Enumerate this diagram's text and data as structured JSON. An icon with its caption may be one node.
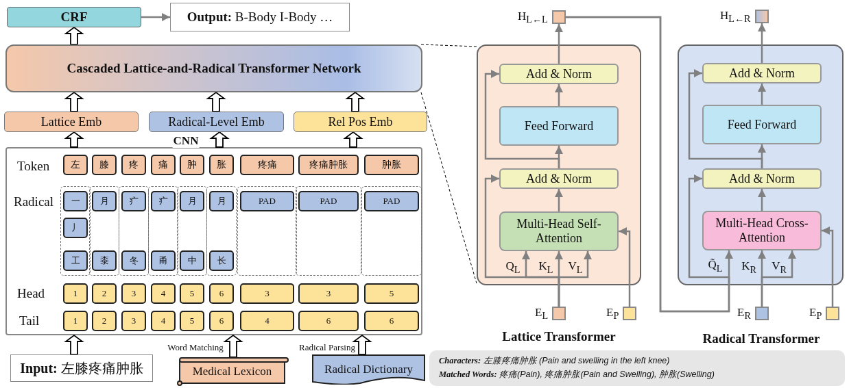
{
  "diagram": {
    "nodes": [
      {
        "text": [
          "CRF"
        ]
      },
      {
        "text": [
          "**Output:** B-Body I-Body …"
        ]
      },
      {
        "text": [
          "Cascaded Lattice-and-Radical Transformer Network"
        ]
      },
      {
        "text": [
          "Lattice Emb"
        ]
      },
      {
        "text": [
          "Radical-Level Emb"
        ]
      },
      {
        "text": [
          "Rel Pos Emb"
        ]
      },
      {
        "text": [],
        "shape": "box"
      },
      {
        "text": [
          "左"
        ],
        "in": 6
      },
      {
        "text": [
          "膝"
        ],
        "in": 6
      },
      {
        "text": [
          "疼"
        ],
        "in": 6
      },
      {
        "text": [
          "痛"
        ],
        "in": 6
      },
      {
        "text": [
          "肿"
        ],
        "in": 6
      },
      {
        "text": [
          "胀"
        ],
        "in": 6
      },
      {
        "text": [
          "疼痛"
        ],
        "in": 6
      },
      {
        "text": [
          "疼痛肿胀"
        ],
        "in": 6
      },
      {
        "text": [
          "肿胀"
        ],
        "in": 6
      },
      {
        "text": [],
        "shape": "box",
        "in": 6
      },
      {
        "text": [
          "一"
        ],
        "in": 16
      },
      {
        "text": [
          "丿"
        ],
        "in": 16
      },
      {
        "text": [
          "工"
        ],
        "in": 16
      },
      {
        "text": [],
        "shape": "box",
        "in": 6
      },
      {
        "text": [
          "月"
        ],
        "in": 20
      },
      {
        "text": [
          "桼"
        ],
        "in": 20
      },
      {
        "text": [],
        "shape": "box",
        "in": 6
      },
      {
        "text": [
          "疒"
        ],
        "in": 23
      },
      {
        "text": [
          "冬"
        ],
        "in": 23
      },
      {
        "text": [],
        "shape": "box",
        "in": 6
      },
      {
        "text": [
          "疒"
        ],
        "in": 26
      },
      {
        "text": [
          "甬"
        ],
        "in": 26
      },
      {
        "text": [],
        "shape": "box",
        "in": 6
      },
      {
        "text": [
          "月"
        ],
        "in": 29
      },
      {
        "text": [
          "中"
        ],
        "in": 29
      },
      {
        "text": [],
        "shape": "box",
        "in": 6
      },
      {
        "text": [
          "月"
        ],
        "in": 32
      },
      {
        "text": [
          "长"
        ],
        "in": 32
      },
      {
        "text": [],
        "shape": "box",
        "in": 6
      },
      {
        "text": [
          "PAD"
        ],
        "in": 35
      },
      {
        "text": [],
        "shape": "box",
        "in": 6
      },
      {
        "text": [
          "PAD"
        ],
        "in": 37
      },
      {
        "text": [],
        "shape": "box",
        "in": 6
      },
      {
        "text": [
          "PAD"
        ],
        "in": 39
      },
      {
        "text": [
          "1"
        ],
        "in": 6
      },
      {
        "text": [
          "2"
        ],
        "in": 6
      },
      {
        "text": [
          "3"
        ],
        "in": 6
      },
      {
        "text": [
          "4"
        ],
        "in": 6
      },
      {
        "text": [
          "5"
        ],
        "in": 6
      },
      {
        "text": [
          "6"
        ],
        "in": 6
      },
      {
        "text": [
          "3"
        ],
        "in": 6
      },
      {
        "text": [
          "3"
        ],
        "in": 6
      },
      {
        "text": [
          "5"
        ],
        "in": 6
      },
      {
        "text": [
          "1"
        ],
        "in": 6
      },
      {
        "text": [
          "2"
        ],
        "in": 6
      },
      {
        "text": [
          "3"
        ],
        "in": 6
      },
      {
        "text": [
          "4"
        ],
        "in": 6
      },
      {
        "text": [
          "5"
        ],
        "in": 6
      },
      {
        "text": [
          "6"
        ],
        "in": 6
      },
      {
        "text": [
          "4"
        ],
        "in": 6
      },
      {
        "text": [
          "6"
        ],
        "in": 6
      },
      {
        "text": [
          "6"
        ],
        "in": 6
      },
      {
        "text": [
          "**Input:** 左膝疼痛肿胀"
        ]
      },
      {
        "text": [
          "Medical Lexicon"
        ]
      },
      {
        "text": [
          "Radical Dictionary"
        ]
      },
      {
        "text": [],
        "shape": "box",
        "beside": [
          "H$_{L←L}$"
        ]
      },
      {
        "text": [],
        "shape": "box"
      },
      {
        "text": [
          "Add & Norm"
        ],
        "in": 63
      },
      {
        "text": [
          "Feed Forward"
        ],
        "in": 63
      },
      {
        "text": [
          "Add & Norm"
        ],
        "in": 63
      },
      {
        "text": [
          "Multi-Head Self-Attention"
        ],
        "in": 63
      },
      {
        "text": [],
        "shape": "box",
        "beside": [
          "E$_{L}$"
        ]
      },
      {
        "text": [],
        "shape": "box",
        "beside": [
          "E$_{P}$"
        ]
      },
      {
        "text": [],
        "shape": "box",
        "beside": [
          "H$_{L←R}$"
        ]
      },
      {
        "text": [],
        "shape": "box"
      },
      {
        "text": [
          "Add & Norm"
        ],
        "in": 71
      },
      {
        "text": [
          "Feed Forward"
        ],
        "in": 71
      },
      {
        "text": [
          "Add & Norm"
        ],
        "in": 71
      },
      {
        "text": [
          "Multi-Head Cross-Attention"
        ],
        "in": 71
      },
      {
        "text": [],
        "shape": "box",
        "beside": [
          "E$_{R}$"
        ]
      },
      {
        "text": [],
        "shape": "box",
        "beside": [
          "E$_{P}$"
        ]
      }
    ],
    "edges": [
      {
        "from": 59,
        "to": 6,
        "arrow": "to",
        "style": "thick",
        "color": "#000000"
      },
      {
        "from": 60,
        "to": 6,
        "arrow": "to",
        "label": "Word Matching",
        "style": "thick",
        "color": "#000000"
      },
      {
        "from": 61,
        "to": 6,
        "arrow": "to",
        "label": "Radical Parsing",
        "style": "thick",
        "color": "#000000"
      },
      {
        "from": 6,
        "to": 3,
        "arrow": "to",
        "style": "thick",
        "color": "#000000"
      },
      {
        "from": 6,
        "to": 4,
        "arrow": "to",
        "label": "CNN",
        "style": "thick",
        "color": "#000000"
      },
      {
        "from": 6,
        "to": 5,
        "arrow": "to",
        "style": "thick",
        "color": "#000000"
      },
      {
        "from": 3,
        "to": 2,
        "arrow": "to",
        "style": "thick",
        "color": "#000000"
      },
      {
        "from": 4,
        "to": 2,
        "arrow": "to",
        "style": "thick",
        "color": "#000000"
      },
      {
        "from": 5,
        "to": 2,
        "arrow": "to",
        "style": "thick",
        "color": "#000000"
      },
      {
        "from": 2,
        "to": 0,
        "arrow": "to",
        "style": "thick",
        "color": "#000000"
      },
      {
        "from": 0,
        "to": 1,
        "arrow": "to"
      },
      {
        "from": 2,
        "to": 63,
        "arrow": "none",
        "style": "dashed",
        "color": "#000000"
      },
      {
        "from": 2,
        "to": 63,
        "arrow": "none",
        "style": "dashed",
        "color": "#000000"
      },
      {
        "from": 68,
        "to": 67,
        "arrow": "to",
        "label": "Q$_{L}$"
      },
      {
        "from": 68,
        "to": 67,
        "arrow": "to",
        "label": "K$_{L}$"
      },
      {
        "from": 68,
        "to": 67,
        "arrow": "to",
        "label": "V$_{L}$"
      },
      {
        "from": 68,
        "to": 66,
        "arrow": "to"
      },
      {
        "from": 69,
        "to": 67,
        "arrow": "to"
      },
      {
        "from": 67,
        "to": 66,
        "arrow": "to"
      },
      {
        "from": 66,
        "to": 65,
        "arrow": "to"
      },
      {
        "from": 66,
        "to": 64,
        "arrow": "to"
      },
      {
        "from": 65,
        "to": 64,
        "arrow": "to"
      },
      {
        "from": 64,
        "to": 62,
        "arrow": "to"
      },
      {
        "from": 62,
        "to": 75,
        "arrow": "to",
        "label": "Q̃$_{L}$"
      },
      {
        "from": 62,
        "to": 74,
        "arrow": "to"
      },
      {
        "from": 76,
        "to": 75,
        "arrow": "to",
        "label": "K$_{R}$"
      },
      {
        "from": 76,
        "to": 75,
        "arrow": "to",
        "label": "V$_{R}$"
      },
      {
        "from": 77,
        "to": 75,
        "arrow": "to"
      },
      {
        "from": 75,
        "to": 74,
        "arrow": "to"
      },
      {
        "from": 74,
        "to": 73,
        "arrow": "to"
      },
      {
        "from": 74,
        "to": 72,
        "arrow": "to"
      },
      {
        "from": 73,
        "to": 72,
        "arrow": "to"
      },
      {
        "from": 72,
        "to": 70,
        "arrow": "to"
      }
    ],
    "labels": [
      "Token",
      "Radical",
      "Head",
      "Tail",
      "Lattice Transformer",
      "Radical Transformer",
      "**Characters:** 左膝疼痛肿胀 (Pain and swelling in the left knee)",
      "**Matched Words:** 疼痛(Pain), 疼痛肿胀(Pain and Swelling), 肿胀(Swelling)"
    ]
  }
}
